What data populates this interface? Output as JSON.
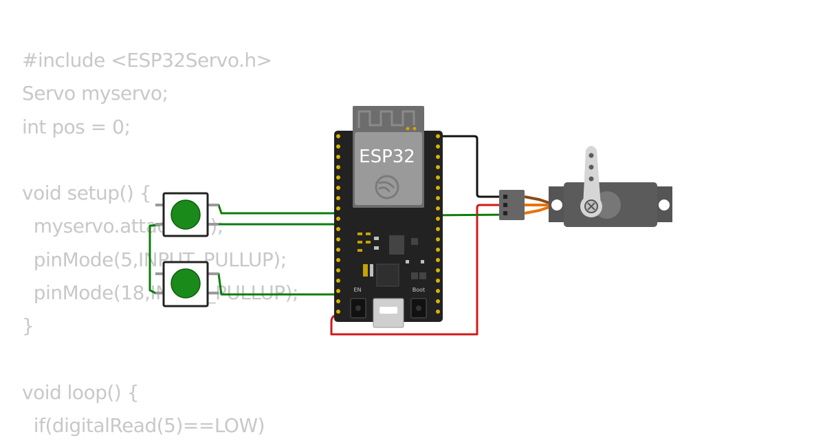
{
  "code_lines": [
    "#include <ESP32Servo.h>",
    "Servo myservo;",
    "int pos = 0;",
    "",
    "void setup() {",
    "  myservo.attach(21);",
    "  pinMode(5,INPUT_PULLUP);",
    "  pinMode(18,INPUT_PULLUP);",
    "}",
    "",
    "void loop() {",
    "  if(digitalRead(5)==LOW)"
  ],
  "board": {
    "chip_label": "ESP32",
    "button_en": "EN",
    "button_boot": "Boot"
  },
  "colors": {
    "wire_green": "#0a7d0a",
    "wire_red": "#d11a1a",
    "wire_black": "#111111",
    "servo_orange": "#e8730c",
    "servo_body": "#5b5b5b",
    "board": "#222222",
    "pushbutton_cap": "#1a8a1a"
  },
  "icons": [
    "espressif-logo-icon",
    "servo-horn-icon"
  ]
}
